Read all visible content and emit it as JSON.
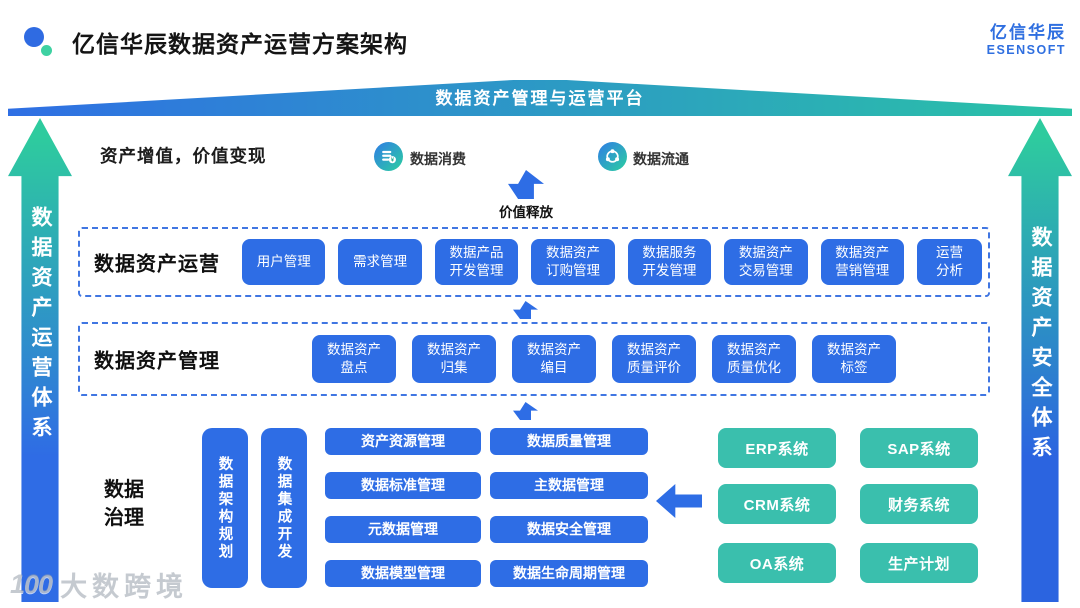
{
  "colors": {
    "primary_blue": "#2e6de5",
    "teal": "#3abfad",
    "banner_gradient_left": "#2f6fe4",
    "banner_gradient_right": "#2ac3a6",
    "pillar_gradient_top": "#2ecb9e",
    "pillar_gradient_bottom": "#2f6ce5",
    "dashed_border": "#4076e2"
  },
  "header": {
    "title": "亿信华辰数据资产运营方案架构",
    "brand_name": "亿信华辰",
    "brand_subtitle": "ESENSOFT"
  },
  "banner": {
    "label": "数据资产管理与运营平台"
  },
  "side_pillars": {
    "left": "数据资产运营体系",
    "right": "数据资产安全体系"
  },
  "value_layer": {
    "caption": "资产增值，价值变现",
    "consume_label": "数据消费",
    "flow_label": "数据流通",
    "release_label": "价值释放"
  },
  "operations": {
    "title": "数据资产运营",
    "items": [
      "用户管理",
      "需求管理",
      "数据产品\n开发管理",
      "数据资产\n订购管理",
      "数据服务\n开发管理",
      "数据资产\n交易管理",
      "数据资产\n营销管理",
      "运营\n分析"
    ]
  },
  "management": {
    "title": "数据资产管理",
    "items": [
      "数据资产\n盘点",
      "数据资产\n归集",
      "数据资产\n编目",
      "数据资产\n质量评价",
      "数据资产\n质量优化",
      "数据资产\n标签"
    ]
  },
  "governance": {
    "title": "数据\n治理",
    "vertical_items": [
      "数据架构规划",
      "数据集成开发"
    ],
    "column1": [
      "资产资源管理",
      "数据标准管理",
      "元数据管理",
      "数据模型管理"
    ],
    "column2": [
      "数据质量管理",
      "主数据管理",
      "数据安全管理",
      "数据生命周期管理"
    ]
  },
  "source_systems": {
    "items": [
      "ERP系统",
      "SAP系统",
      "CRM系统",
      "财务系统",
      "OA系统",
      "生产计划"
    ]
  },
  "watermark": {
    "logo": "100",
    "text": "大数跨境"
  }
}
